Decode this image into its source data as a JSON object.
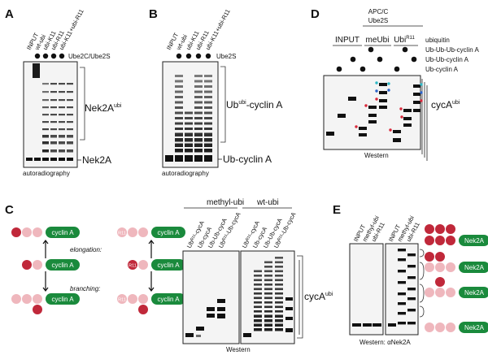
{
  "panelA": {
    "letter": "A",
    "lanes": [
      "INPUT",
      "wt-ubi",
      "ubi-K11",
      "ubi-R11",
      "ubi-K11+ubi-R11"
    ],
    "reagent": "Ube2C/Ube2S",
    "product_label": "Nek2A",
    "product_sup": "ubi",
    "substrate_label": "Nek2A",
    "method": "autoradiography"
  },
  "panelB": {
    "letter": "B",
    "lanes": [
      "INPUT",
      "wt-ubi",
      "ubi-K11",
      "ubi-R11",
      "ubi-K11+ubi-R11"
    ],
    "reagent": "Ube2S",
    "product_pre": "Ub",
    "product_sup": "ubi",
    "product_post": "-cyclin A",
    "substrate_label": "Ub-cyclin A",
    "method": "autoradiography"
  },
  "panelC": {
    "letter": "C",
    "cartoon_cyclin": "cyclin A",
    "r11": "R11",
    "elongation": "elongation:",
    "branching": "branching:",
    "group1": "methyl-ubi",
    "group2": "wt-ubi",
    "lanes_group1": [
      "Ubᴿ¹¹-cycA",
      "Ub-cycA",
      "Ub-Ub-cycA",
      "Ubᴿ¹¹-Ub-cycA"
    ],
    "lanes_group2": [
      "Ubᴿ¹¹-cycA",
      "Ub-cycA",
      "Ub-Ub-cycA",
      "Ubᴿ¹¹-Ub-cycA"
    ],
    "product_pre": "cycA",
    "product_sup": "ubi",
    "method": "Western"
  },
  "panelD": {
    "letter": "D",
    "header1": "APC/C",
    "header2": "Ube2S",
    "groups": [
      "INPUT",
      "meUbi",
      "Ubi"
    ],
    "group3_sup": "R11",
    "rows": [
      "ubiquitin",
      "Ub-Ub-Ub-cyclin A",
      "Ub-Ub-cyclin A",
      "Ub-cyclin A"
    ],
    "product_pre": "cycA",
    "product_sup": "ubi",
    "method": "Western"
  },
  "panelE": {
    "letter": "E",
    "lanes": [
      "INPUT",
      "methyl-ubi",
      "ubi-R11",
      "INPUT",
      "methyl-ubi",
      "ubi-R11"
    ],
    "nek2a": "Nek2A",
    "method": "Western: αNek2A"
  },
  "colors": {
    "cyclin_green": "#1a8a3c",
    "ubi_dark": "#c0283a",
    "ubi_light": "#efb7bd",
    "ubi_mid": "#e07a86",
    "dot_cyan": "#2fb8c6",
    "dot_blue": "#2d64c8",
    "dot_red": "#d8283a"
  }
}
